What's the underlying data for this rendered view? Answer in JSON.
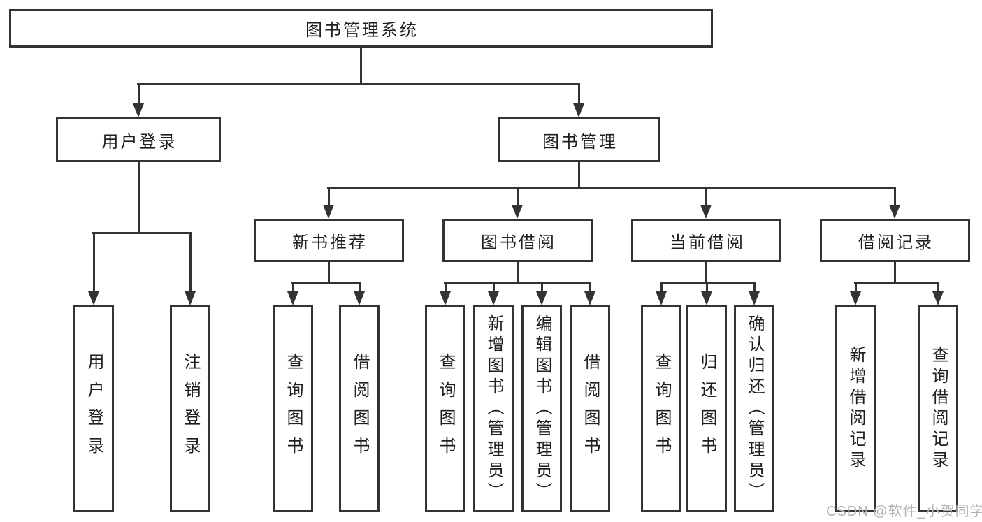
{
  "diagram": {
    "root": {
      "label": "图书管理系统"
    },
    "branches": [
      {
        "label": "用户登录",
        "children": [
          {
            "label": "用户登录"
          },
          {
            "label": "注销登录"
          }
        ]
      },
      {
        "label": "图书管理",
        "children": [
          {
            "label": "新书推荐",
            "children": [
              {
                "label": "查询图书"
              },
              {
                "label": "借阅图书"
              }
            ]
          },
          {
            "label": "图书借阅",
            "children": [
              {
                "label": "查询图书"
              },
              {
                "label": "新增图书（管理员）"
              },
              {
                "label": "编辑图书（管理员）"
              },
              {
                "label": "借阅图书"
              }
            ]
          },
          {
            "label": "当前借阅",
            "children": [
              {
                "label": "查询图书"
              },
              {
                "label": "归还图书"
              },
              {
                "label": "确认归还（管理员）"
              }
            ]
          },
          {
            "label": "借阅记录",
            "children": [
              {
                "label": "新增借阅记录"
              },
              {
                "label": "查询借阅记录"
              }
            ]
          }
        ]
      }
    ]
  },
  "watermark": {
    "text": "CSDN @软件_小贺同学"
  },
  "colors": {
    "line": "#333333",
    "text": "#1f1f1f",
    "box_background": "#ffffff",
    "watermark": "#b3b3b3",
    "page_background": "#ffffff"
  }
}
